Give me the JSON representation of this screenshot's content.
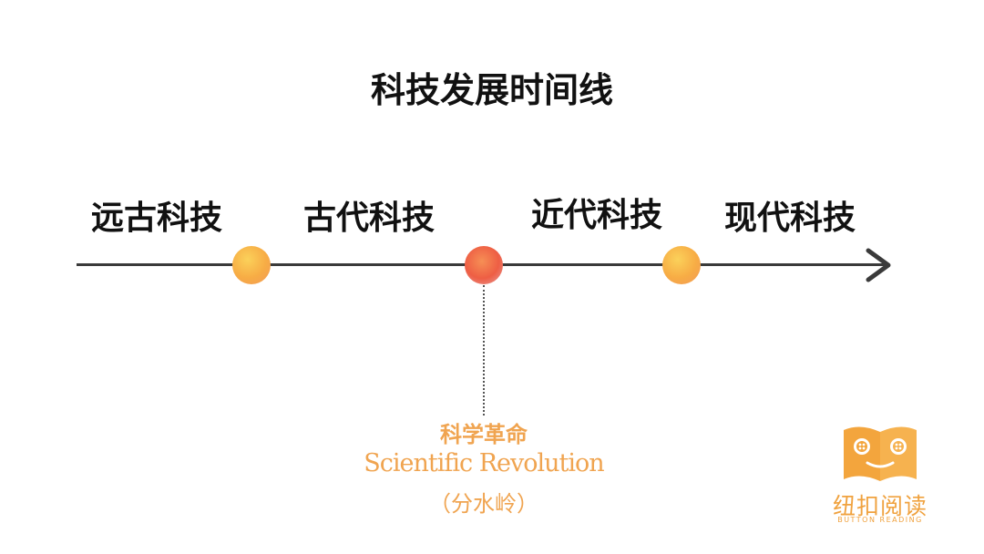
{
  "title": "科技发展时间线",
  "eras": [
    "远古科技",
    "古代科技",
    "近代科技",
    "现代科技"
  ],
  "annotation": {
    "zh": "科学革命",
    "en": "Scientific Revolution",
    "note": "（分水岭）"
  },
  "logo": {
    "text": "纽扣阅读",
    "subtext": "BUTTON READING",
    "icon": "open-book-face-icon"
  },
  "colors": {
    "accent": "#f0a450",
    "dot_warm": "#f7ac45",
    "dot_red": "#ee5e44",
    "axis": "#3a3a3a"
  }
}
